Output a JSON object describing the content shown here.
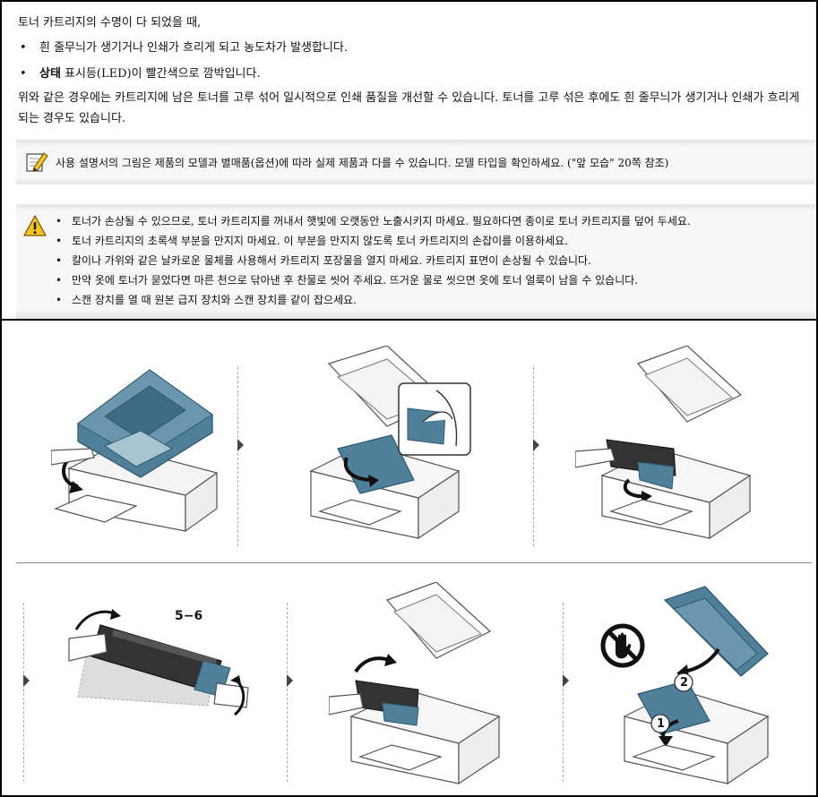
{
  "intro": "토너 카트리지의 수명이 다 되었을 때,",
  "bullets": [
    {
      "mark": "•",
      "bold": "",
      "text": "흰 줄무늬가 생기거나 인쇄가 흐리게 되고 농도차가 발생합니다."
    },
    {
      "mark": "•",
      "bold": "상태",
      "text": " 표시등(LED)이 빨간색으로 깜박입니다."
    }
  ],
  "paragraph": "위와 같은 경우에는 카트리지에 남은 토너를 고루 섞어 일시적으로 인쇄 품질을 개선할 수 있습니다. 토너를 고루 섞은 후에도 흰 줄무늬가 생기거나 인쇄가 흐리게 되는 경우도 있습니다.",
  "note": {
    "icon": "note-pencil-icon",
    "text": "사용 설명서의 그림은 제품의 모델과 별매품(옵션)에 따라 실제 제품과 다를 수 있습니다. 모델 타입을 확인하세요. (\"앞 모습\" 20쪽 참조)"
  },
  "caution": {
    "icon": "warning-icon",
    "items": [
      "토너가 손상될 수 있으므로, 토너 카트리지를 꺼내서 햇빛에 오랫동안 노출시키지 마세요. 필요하다면 종이로 토너 카트리지를 덮어 두세요.",
      "토너 카트리지의 초록색 부분을 만지지 마세요. 이 부분을 만지지 않도록 토너 카트리지의 손잡이를 이용하세요.",
      "칼이나 가위와 같은 날카로운 물체를 사용해서 카트리지 포장물을 열지 마세요. 카트리지 표면이 손상될 수 있습니다.",
      "만약 옷에 토너가 묻었다면 마른 천으로 닦아낸 후 찬물로 씻어 주세요. 뜨거운 물로 씻으면 옷에 토너 얼룩이 남을 수 있습니다.",
      "스캔 장치를 열 때 원본 급지 장치와 스캔 장치를 같이 잡으세요."
    ]
  },
  "steps": {
    "shake_label": "5−6",
    "num1": "1",
    "num2": "2"
  },
  "colors": {
    "accent": "#4f7f99",
    "accent_dark": "#2f5a72",
    "line": "#555555"
  }
}
